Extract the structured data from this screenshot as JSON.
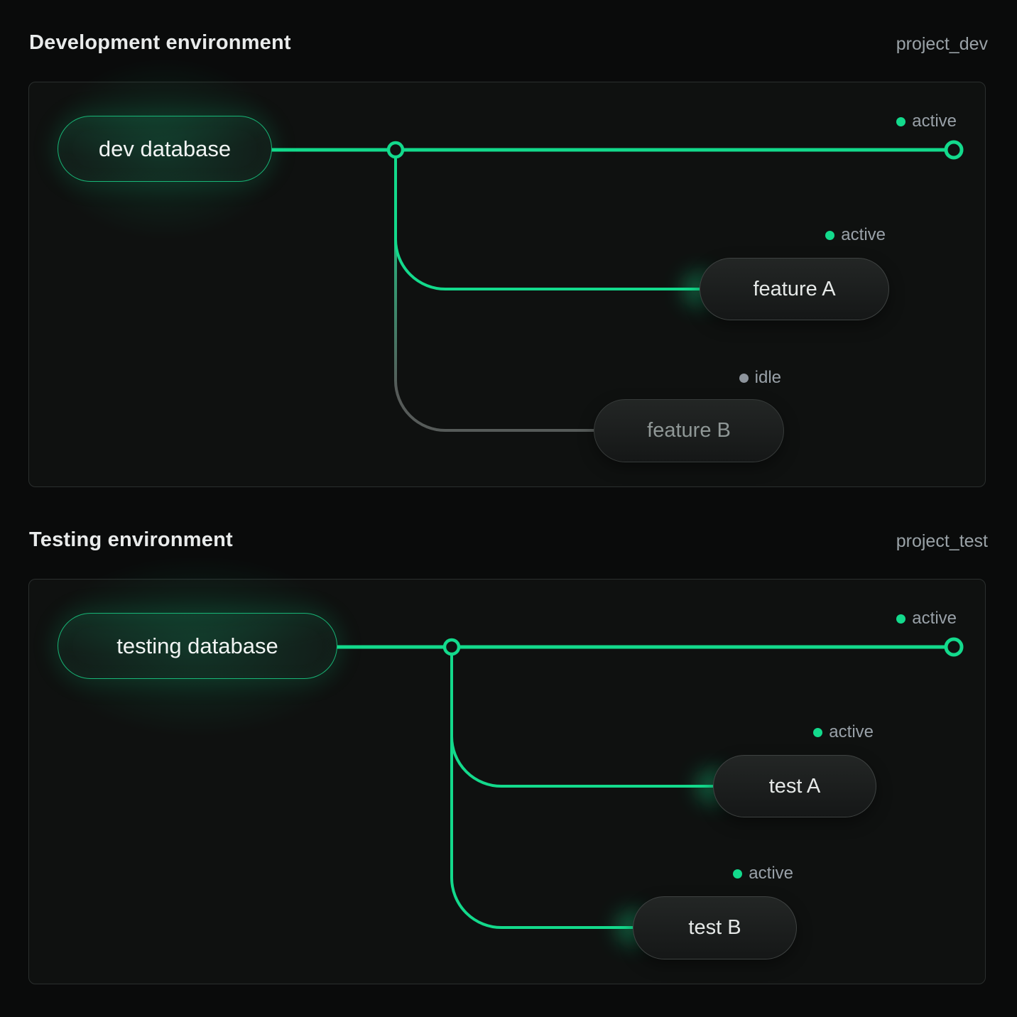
{
  "ui": {
    "colors": {
      "accent_green": "#13da8c",
      "idle_gray": "#8d949c",
      "panel_border": "#2b2f2e",
      "background": "#0a0b0b",
      "status_text": "#99a1a8"
    },
    "panels": [
      {
        "title": "Development environment",
        "project_label": "project_dev",
        "database": {
          "label": "dev database"
        },
        "main_branch_status": "active",
        "branches": [
          {
            "label": "feature A",
            "status": "active"
          },
          {
            "label": "feature B",
            "status": "idle"
          }
        ]
      },
      {
        "title": "Testing environment",
        "project_label": "project_test",
        "database": {
          "label": "testing database"
        },
        "main_branch_status": "active",
        "branches": [
          {
            "label": "test A",
            "status": "active"
          },
          {
            "label": "test B",
            "status": "active"
          }
        ]
      }
    ]
  }
}
